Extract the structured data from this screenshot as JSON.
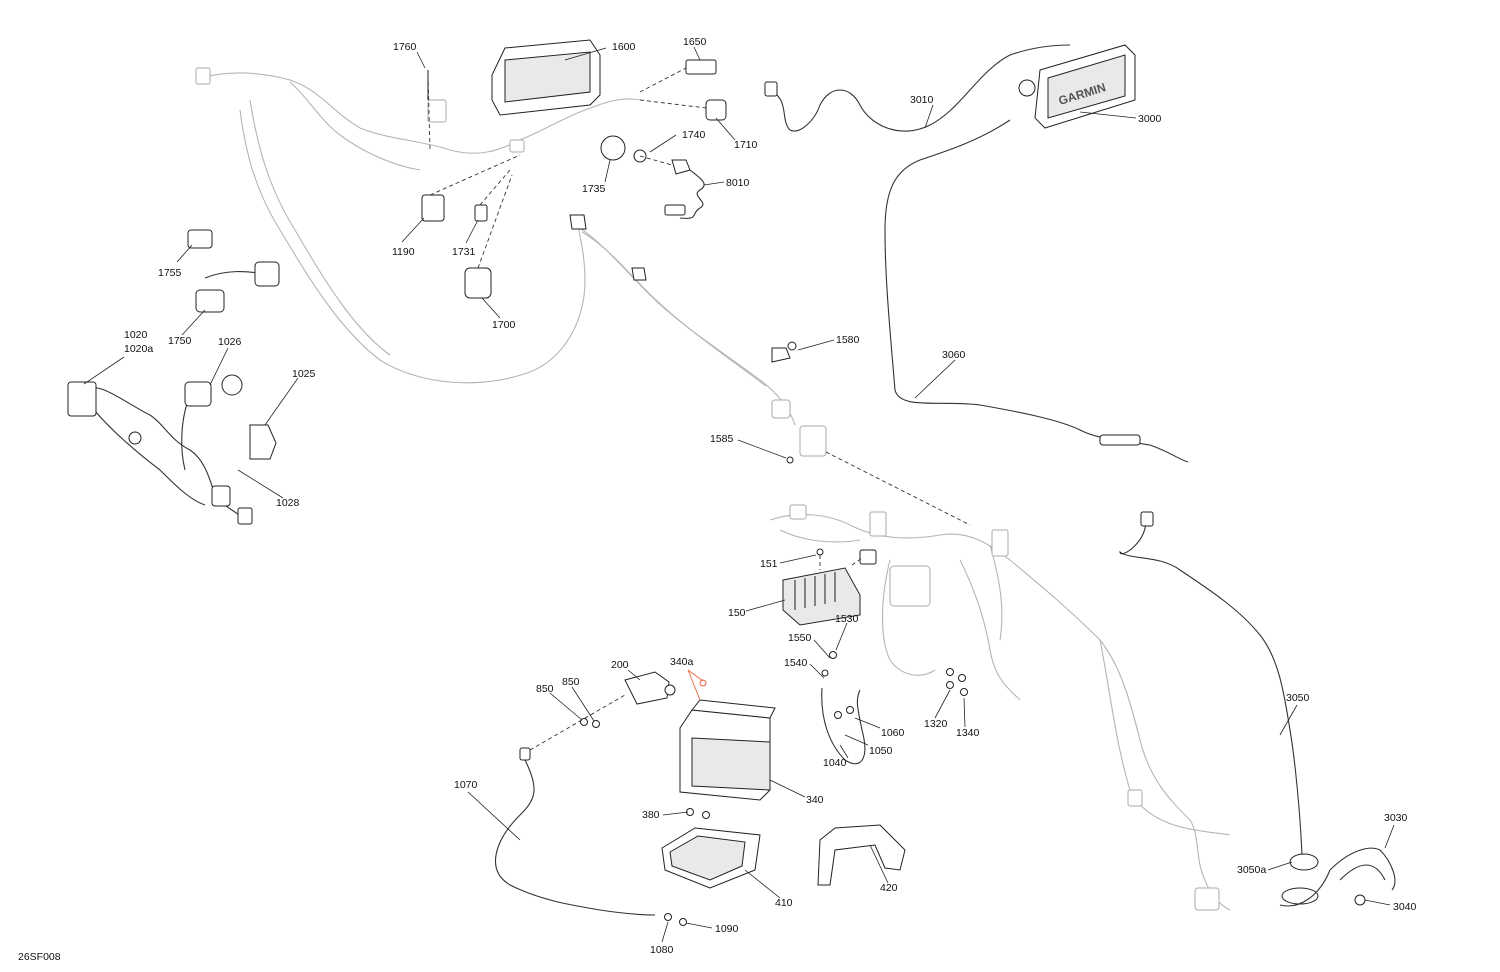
{
  "diagram_code": "26SF008",
  "brand_text": "GARMIN",
  "labels": [
    {
      "id": "1760",
      "text": "1760"
    },
    {
      "id": "1600",
      "text": "1600"
    },
    {
      "id": "1650",
      "text": "1650"
    },
    {
      "id": "1710",
      "text": "1710"
    },
    {
      "id": "1740",
      "text": "1740"
    },
    {
      "id": "1735",
      "text": "1735"
    },
    {
      "id": "8010",
      "text": "8010"
    },
    {
      "id": "1190",
      "text": "1190"
    },
    {
      "id": "1731",
      "text": "1731"
    },
    {
      "id": "1700",
      "text": "1700"
    },
    {
      "id": "1755",
      "text": "1755"
    },
    {
      "id": "1750",
      "text": "1750"
    },
    {
      "id": "1020",
      "text": "1020"
    },
    {
      "id": "1020a",
      "text": "1020a"
    },
    {
      "id": "1026",
      "text": "1026"
    },
    {
      "id": "1025",
      "text": "1025"
    },
    {
      "id": "1028",
      "text": "1028"
    },
    {
      "id": "3010",
      "text": "3010"
    },
    {
      "id": "3000",
      "text": "3000"
    },
    {
      "id": "3060",
      "text": "3060"
    },
    {
      "id": "1580",
      "text": "1580"
    },
    {
      "id": "1585",
      "text": "1585"
    },
    {
      "id": "151",
      "text": "151"
    },
    {
      "id": "150",
      "text": "150"
    },
    {
      "id": "1530",
      "text": "1530"
    },
    {
      "id": "1550",
      "text": "1550"
    },
    {
      "id": "1540",
      "text": "1540"
    },
    {
      "id": "1060",
      "text": "1060"
    },
    {
      "id": "1050",
      "text": "1050"
    },
    {
      "id": "1040",
      "text": "1040"
    },
    {
      "id": "1320",
      "text": "1320"
    },
    {
      "id": "1340",
      "text": "1340"
    },
    {
      "id": "200",
      "text": "200"
    },
    {
      "id": "340a",
      "text": "340a"
    },
    {
      "id": "850a",
      "text": "850"
    },
    {
      "id": "850b",
      "text": "850"
    },
    {
      "id": "340",
      "text": "340"
    },
    {
      "id": "1070",
      "text": "1070"
    },
    {
      "id": "380",
      "text": "380"
    },
    {
      "id": "410",
      "text": "410"
    },
    {
      "id": "420",
      "text": "420"
    },
    {
      "id": "1090",
      "text": "1090"
    },
    {
      "id": "1080",
      "text": "1080"
    },
    {
      "id": "3050",
      "text": "3050"
    },
    {
      "id": "3030",
      "text": "3030"
    },
    {
      "id": "3050a",
      "text": "3050a"
    },
    {
      "id": "3040",
      "text": "3040"
    }
  ]
}
